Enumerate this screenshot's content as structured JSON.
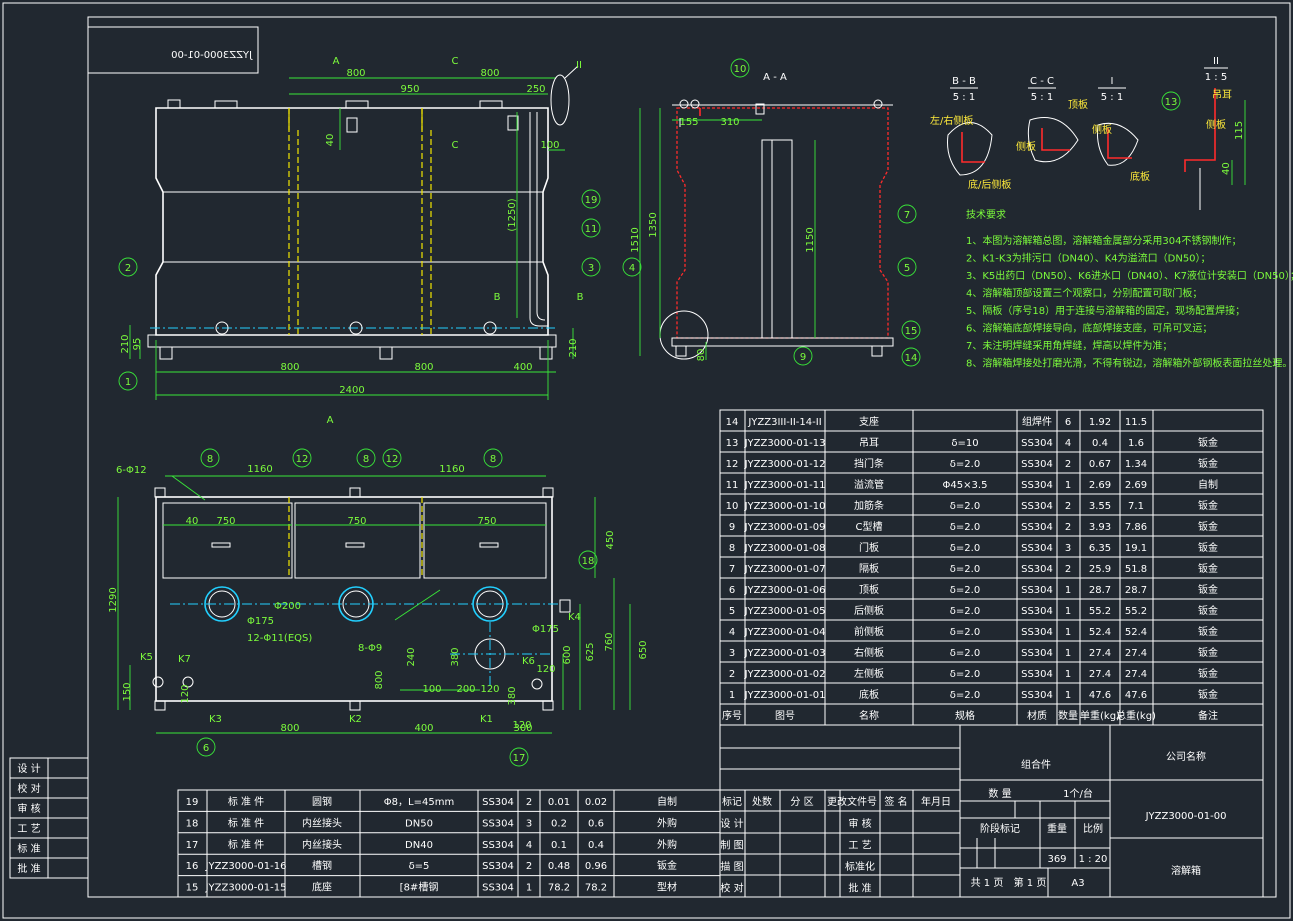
{
  "header": {
    "mirrored_code": "JYZZ3000-01-00"
  },
  "view_a": {
    "dims": [
      "800",
      "800",
      "950",
      "250",
      "40",
      "100",
      "(1250)",
      "210",
      "95",
      "210",
      "800",
      "800",
      "400",
      "2400"
    ],
    "section_labels": [
      "A",
      "A",
      "C",
      "C",
      "B",
      "B",
      "II"
    ],
    "balloons": [
      "2",
      "19",
      "11",
      "3",
      "1"
    ]
  },
  "view_aa": {
    "title": "A - A",
    "dims": [
      "155",
      "310",
      "1510",
      "1350",
      "1150",
      "80"
    ],
    "balloons": [
      "10",
      "4",
      "7",
      "5",
      "15",
      "9",
      "14"
    ]
  },
  "detail_views": [
    {
      "title": "B - B",
      "scale": "5 : 1",
      "labels": [
        "左/右侧板",
        "底/后侧板"
      ]
    },
    {
      "title": "C - C",
      "scale": "5 : 1",
      "labels": [
        "顶板",
        "侧板"
      ]
    },
    {
      "title": "I",
      "scale": "5 : 1",
      "labels": [
        "侧板",
        "底板"
      ]
    },
    {
      "title": "II",
      "scale": "1 : 5",
      "labels": [
        "吊耳",
        "侧板",
        "115",
        "40"
      ],
      "balloon": "13"
    }
  ],
  "tech": {
    "title": "技术要求",
    "lines": [
      "1、本图为溶解箱总图，溶解箱金属部分采用304不锈钢制作；",
      "2、K1-K3为排污口（DN40）、K4为溢流口（DN50）；",
      "3、K5出药口（DN50）、K6进水口（DN40）、K7液位计安装口（DN50）；",
      "4、溶解箱顶部设置三个观察口，分别配置可取门板；",
      "5、隔板（序号18）用于连接与溶解箱的固定，现场配置焊接；",
      "6、溶解箱底部焊接导向，底部焊接支座，可吊可叉运；",
      "7、未注明焊缝采用角焊缝，焊高以焊件为准；",
      "8、溶解箱焊接处打磨光滑，不得有锐边，溶解箱外部钢板表面拉丝处理。"
    ]
  },
  "view_top": {
    "dims": [
      "1160",
      "1160",
      "40",
      "750",
      "750",
      "750",
      "1290",
      "450",
      "760",
      "650",
      "625",
      "600",
      "120",
      "150",
      "120",
      "800",
      "800",
      "400",
      "300",
      "100",
      "200",
      "120",
      "380",
      "240",
      "380",
      "120"
    ],
    "labels": [
      "6-Φ12",
      "Φ200",
      "Φ175",
      "12-Φ11(EQS)",
      "8-Φ9",
      "Φ175",
      "K5",
      "K7",
      "K3",
      "K2",
      "K1",
      "K4",
      "K6"
    ],
    "balloons": [
      "8",
      "12",
      "8",
      "12",
      "8",
      "18",
      "6",
      "17"
    ]
  },
  "bom_right": {
    "header": [
      "序号",
      "图号",
      "名称",
      "规格",
      "材质",
      "数量",
      "单重(kg)",
      "总重(kg)",
      "备注"
    ],
    "rows": [
      [
        "14",
        "JYZZ3III-II-14-II",
        "支座",
        "",
        "组焊件",
        "6",
        "1.92",
        "11.5",
        ""
      ],
      [
        "13",
        "JYZZ3000-01-13",
        "吊耳",
        "δ=10",
        "SS304",
        "4",
        "0.4",
        "1.6",
        "钣金"
      ],
      [
        "12",
        "JYZZ3000-01-12",
        "挡门条",
        "δ=2.0",
        "SS304",
        "2",
        "0.67",
        "1.34",
        "钣金"
      ],
      [
        "11",
        "JYZZ3000-01-11",
        "溢流管",
        "Φ45×3.5",
        "SS304",
        "1",
        "2.69",
        "2.69",
        "自制"
      ],
      [
        "10",
        "JYZZ3000-01-10",
        "加筋条",
        "δ=2.0",
        "SS304",
        "2",
        "3.55",
        "7.1",
        "钣金"
      ],
      [
        "9",
        "JYZZ3000-01-09",
        "C型槽",
        "δ=2.0",
        "SS304",
        "2",
        "3.93",
        "7.86",
        "钣金"
      ],
      [
        "8",
        "JYZZ3000-01-08",
        "门板",
        "δ=2.0",
        "SS304",
        "3",
        "6.35",
        "19.1",
        "钣金"
      ],
      [
        "7",
        "JYZZ3000-01-07",
        "隔板",
        "δ=2.0",
        "SS304",
        "2",
        "25.9",
        "51.8",
        "钣金"
      ],
      [
        "6",
        "JYZZ3000-01-06",
        "顶板",
        "δ=2.0",
        "SS304",
        "1",
        "28.7",
        "28.7",
        "钣金"
      ],
      [
        "5",
        "JYZZ3000-01-05",
        "后侧板",
        "δ=2.0",
        "SS304",
        "1",
        "55.2",
        "55.2",
        "钣金"
      ],
      [
        "4",
        "JYZZ3000-01-04",
        "前侧板",
        "δ=2.0",
        "SS304",
        "1",
        "52.4",
        "52.4",
        "钣金"
      ],
      [
        "3",
        "JYZZ3000-01-03",
        "右侧板",
        "δ=2.0",
        "SS304",
        "1",
        "27.4",
        "27.4",
        "钣金"
      ],
      [
        "2",
        "JYZZ3000-01-02",
        "左侧板",
        "δ=2.0",
        "SS304",
        "1",
        "27.4",
        "27.4",
        "钣金"
      ],
      [
        "1",
        "JYZZ3000-01-01",
        "底板",
        "δ=2.0",
        "SS304",
        "1",
        "47.6",
        "47.6",
        "钣金"
      ]
    ]
  },
  "bom_left": {
    "rows": [
      [
        "19",
        "标 准 件",
        "圆钢",
        "Φ8，L=45mm",
        "SS304",
        "2",
        "0.01",
        "0.02",
        "自制"
      ],
      [
        "18",
        "标 准 件",
        "内丝接头",
        "DN50",
        "SS304",
        "3",
        "0.2",
        "0.6",
        "外购"
      ],
      [
        "17",
        "标 准 件",
        "内丝接头",
        "DN40",
        "SS304",
        "4",
        "0.1",
        "0.4",
        "外购"
      ],
      [
        "16",
        "JYZZ3000-01-16",
        "槽钢",
        "δ=5",
        "SS304",
        "2",
        "0.48",
        "0.96",
        "钣金"
      ],
      [
        "15",
        "JYZZ3000-01-15",
        "底座",
        "[8#槽钢",
        "SS304",
        "1",
        "78.2",
        "78.2",
        "型材"
      ]
    ]
  },
  "sign_block": [
    "设 计",
    "校 对",
    "审 核",
    "工 艺",
    "标 准",
    "批 准"
  ],
  "title_block": {
    "rev_headers": [
      "标记",
      "处数",
      "分 区",
      "更改文件号",
      "签 名",
      "年月日"
    ],
    "left_rows": [
      "设 计",
      "制 图",
      "描 图",
      "校 对"
    ],
    "mid_rows": [
      "审 核",
      "工 艺",
      "标准化",
      "批 准"
    ],
    "assembly": "组合件",
    "company": "公司名称",
    "drawing_no": "JYZZ3000-01-00",
    "product_name": "溶解箱",
    "qty_label": "数 量",
    "qty_value": "1个/台",
    "stage_label": "阶段标记",
    "weight_label": "重量",
    "scale_label": "比例",
    "weight_value": "369",
    "scale_value": "1 : 20",
    "sheets_total": "共 1 页",
    "sheet_no": "第 1 页",
    "paper": "A3"
  }
}
